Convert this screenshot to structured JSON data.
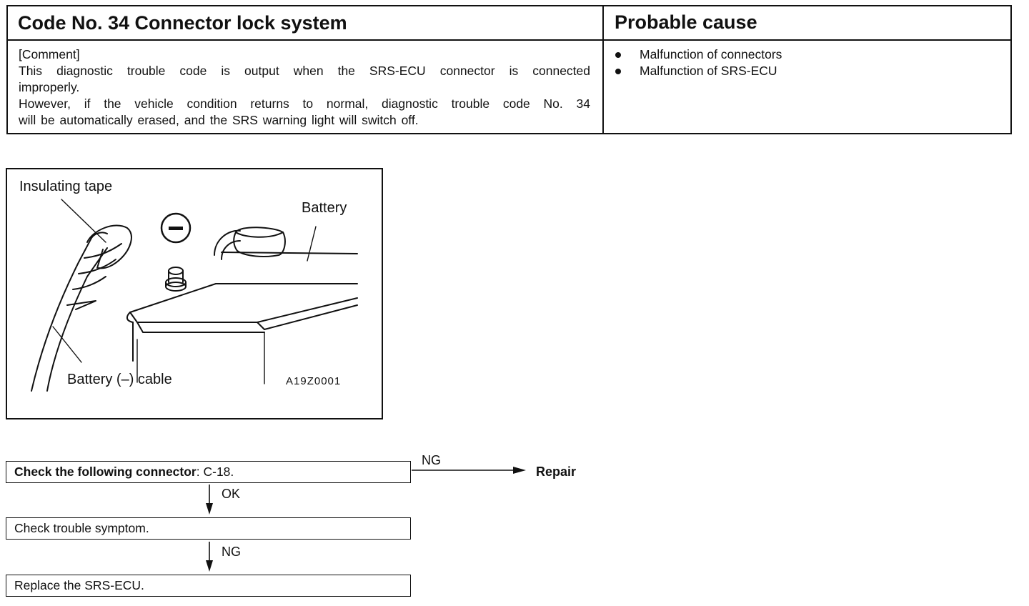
{
  "header": {
    "title": "Code No. 34 Connector lock system",
    "cause_heading": "Probable cause"
  },
  "comment": {
    "label": "[Comment]",
    "line1": "This diagnostic trouble code is output when the SRS-ECU connector is connected",
    "line2": "improperly.",
    "line3": "However, if the vehicle condition returns to normal, diagnostic trouble code No. 34",
    "line4": "will be automatically erased, and the SRS warning light will switch off."
  },
  "probable_causes": [
    "Malfunction of connectors",
    "Malfunction of SRS-ECU"
  ],
  "figure": {
    "label_tape": "Insulating tape",
    "label_battery": "Battery",
    "label_cable": "Battery (–) cable",
    "code": "A19Z0001",
    "terminal_symbol": "minus-icon"
  },
  "flow": {
    "step1_bold": "Check the following connector",
    "step1_rest": ": C-18.",
    "ng1": "NG",
    "repair": "Repair",
    "ok": "OK",
    "step2": "Check trouble symptom.",
    "ng2": "NG",
    "step3": "Replace the SRS-ECU."
  }
}
